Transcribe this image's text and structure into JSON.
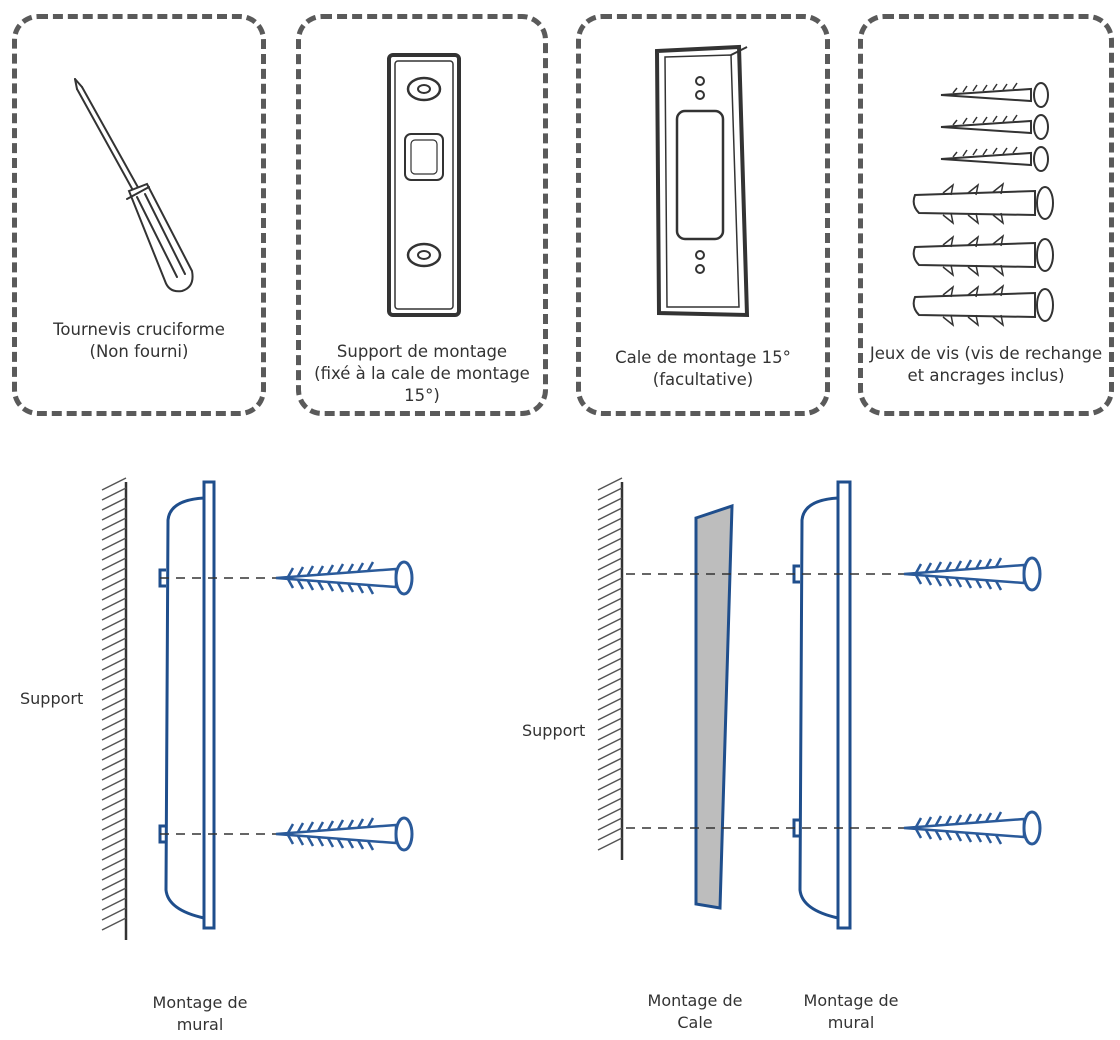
{
  "tools": [
    {
      "line1": "Tournevis cruciforme",
      "line2": "(Non fourni)",
      "icon": "screwdriver-icon"
    },
    {
      "line1": "Support de montage",
      "line2": "(fixé à la cale de montage",
      "line3": "15°)",
      "icon": "mounting-bracket-icon"
    },
    {
      "line1": "Cale de montage 15°",
      "line2": "(facultative)",
      "icon": "wedge-mount-icon"
    },
    {
      "line1": "Jeux de vis (vis de rechange",
      "line2": "et ancrages inclus)",
      "icon": "screw-set-icon"
    }
  ],
  "diagram_left": {
    "wall_label": "Support",
    "bottom_line1": "Montage de",
    "bottom_line2": "mural"
  },
  "diagram_right": {
    "wall_label": "Support",
    "wedge_line1": "Montage de",
    "wedge_line2": "Cale",
    "mount_line1": "Montage de",
    "mount_line2": "mural"
  },
  "colors": {
    "outline": "#1f4e8c",
    "wedge_fill": "#bdbdbd",
    "border": "#5a5a5a",
    "screw": "#2a5a9a"
  }
}
